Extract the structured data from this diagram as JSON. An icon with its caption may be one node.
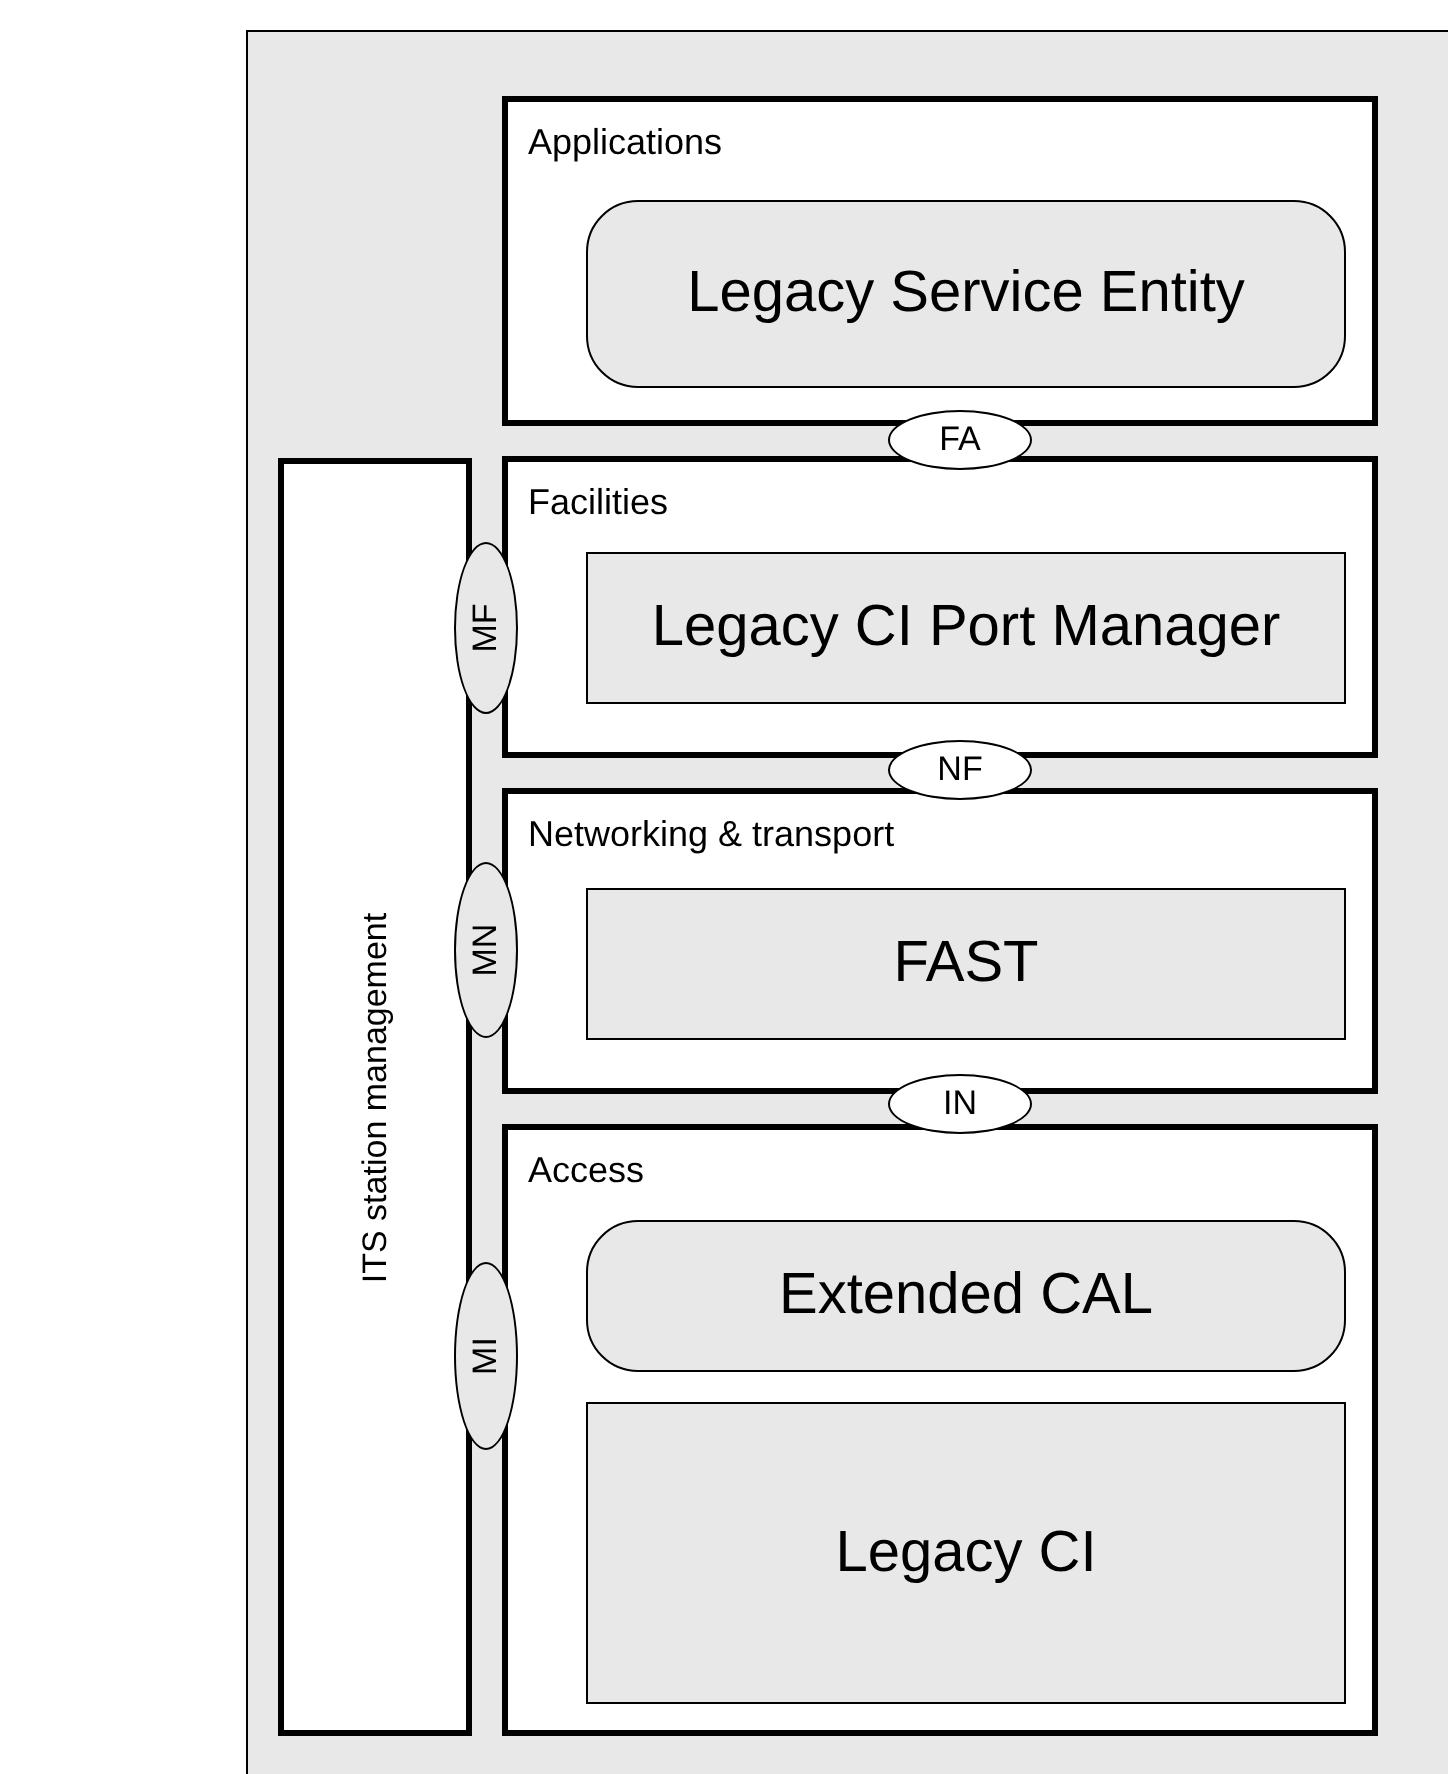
{
  "diagram": {
    "nodes": [
      {
        "text": [],
        "shape": "box"
      },
      {
        "text": [
          "Applications"
        ],
        "in": 0
      },
      {
        "text": [
          "Legacy Service Entity"
        ],
        "in": 1
      },
      {
        "text": [
          "FA"
        ],
        "in": 0
      },
      {
        "text": [
          "ITS station management"
        ],
        "in": 0
      },
      {
        "text": [
          "Facilities"
        ],
        "in": 0
      },
      {
        "text": [
          "MF"
        ],
        "in": 0
      },
      {
        "text": [
          "Legacy CI Port Manager"
        ],
        "in": 5
      },
      {
        "text": [
          "NF"
        ],
        "in": 0
      },
      {
        "text": [
          "Networking & transport"
        ],
        "in": 0
      },
      {
        "text": [
          "MN"
        ],
        "in": 0
      },
      {
        "text": [
          "FAST"
        ],
        "in": 9
      },
      {
        "text": [
          "IN"
        ],
        "in": 0
      },
      {
        "text": [
          "Access"
        ],
        "in": 0
      },
      {
        "text": [
          "MI"
        ],
        "in": 0
      },
      {
        "text": [
          "Extended CAL"
        ],
        "in": 13
      },
      {
        "text": [
          "Legacy CI"
        ],
        "in": 13
      }
    ]
  }
}
